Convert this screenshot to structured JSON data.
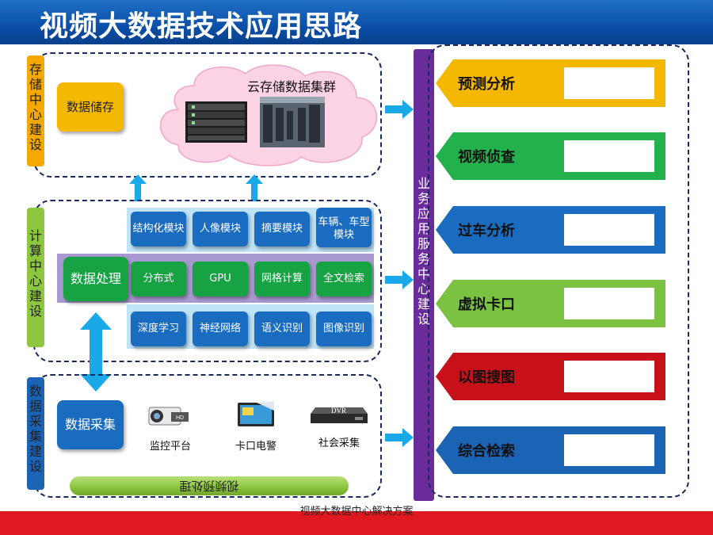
{
  "header": {
    "title": "视频大数据技术应用思路"
  },
  "footer": {
    "text": "视频大数据中心解决方案"
  },
  "colors": {
    "header_blue": "#0b4fa8",
    "footer_red": "#e01820",
    "orange": "#f5a800",
    "green": "#22b14c",
    "blue": "#1a6cc0",
    "red": "#c8101a",
    "purple": "#6a2c9a",
    "arrow_cyan": "#19a8e8"
  },
  "storage": {
    "label": "存储中心建设",
    "box": "数据储存",
    "cloud_title": "云存储数据集群",
    "server_icon": "server-rack-icon",
    "datacenter_icon": "datacenter-photo-icon"
  },
  "compute": {
    "label": "计算中心建设",
    "center": "数据处理",
    "row1": [
      "结构化模块",
      "人像模块",
      "摘要模块",
      "车辆、车型模块"
    ],
    "row2": [
      "分布式",
      "GPU",
      "网格计算",
      "全文检索"
    ],
    "row3": [
      "深度学习",
      "神经网络",
      "语义识别",
      "图像识别"
    ]
  },
  "collect": {
    "label": "数据采集建设",
    "box": "数据采集",
    "devices": [
      {
        "icon": "hd-camera-icon",
        "label": "监控平台"
      },
      {
        "icon": "monitor-screen-icon",
        "label": "卡口电警"
      },
      {
        "icon": "dvr-recorder-icon",
        "label": "社会采集",
        "badge": "DVR"
      }
    ],
    "preprocess": "视频预处理"
  },
  "service": {
    "label": "业务应用服务中心建设"
  },
  "apps": [
    {
      "label": "预测分析",
      "color": "#f5b800"
    },
    {
      "label": "视频侦查",
      "color": "#22b14c"
    },
    {
      "label": "过车分析",
      "color": "#1a6cc0"
    },
    {
      "label": "虚拟卡口",
      "color": "#7cc242"
    },
    {
      "label": "以图搜图",
      "color": "#c8101a"
    },
    {
      "label": "综合检索",
      "color": "#1a63b5"
    }
  ]
}
